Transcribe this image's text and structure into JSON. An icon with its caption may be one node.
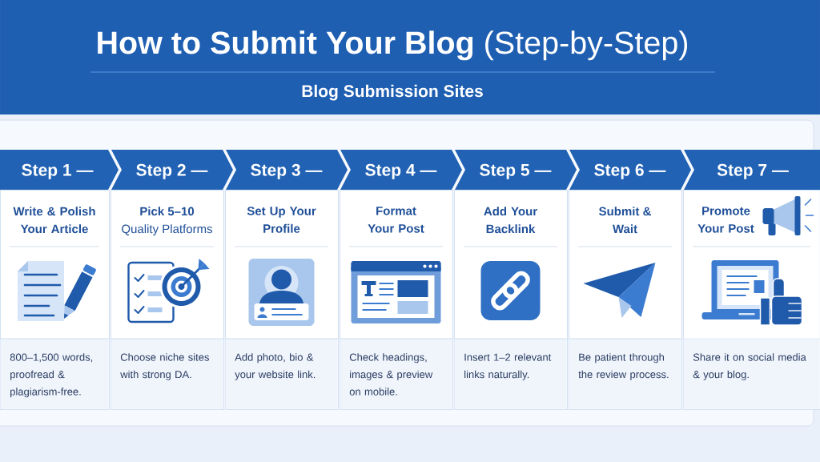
{
  "diagram": {
    "title": "**How to Submit Your Blog** (Step-by-Step)",
    "nodes": [
      {
        "text": [
          "Step 1 —"
        ]
      },
      {
        "text": [
          "Write & Polish Your Article",
          "800–1,500 words, proofread & plagiarism-free."
        ]
      },
      {
        "text": [
          "Step 2 —"
        ]
      },
      {
        "text": [
          "**Pick 5–10** Quality Platforms",
          "Choose niche sites with strong DA."
        ]
      },
      {
        "text": [
          "Step 3 —"
        ]
      },
      {
        "text": [
          "Set Up Your Profile",
          "Add photo, bio & your website link."
        ]
      },
      {
        "text": [
          "Step 4 —"
        ]
      },
      {
        "text": [
          "Format Your Post",
          "Check headings, images & preview on mobile."
        ]
      },
      {
        "text": [
          "Step 5 —"
        ]
      },
      {
        "text": [
          "Add Your Backlink",
          "Insert 1–2 relevant links naturally."
        ]
      },
      {
        "text": [
          "Step 6 —"
        ]
      },
      {
        "text": [
          "Submit & Wait",
          "Be patient through the review process."
        ]
      },
      {
        "text": [
          "Step 7 —"
        ]
      },
      {
        "text": [
          "Promote Your Post",
          "Share it on social media & your blog."
        ]
      }
    ],
    "labels": [
      "Blog Submission Sites"
    ]
  }
}
